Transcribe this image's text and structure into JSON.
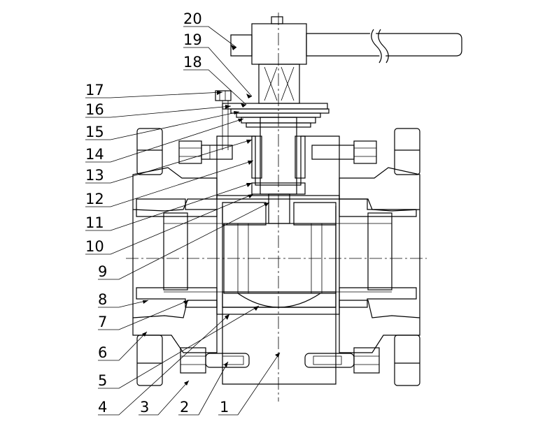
{
  "diagram": {
    "type": "ball valve cross-section",
    "labels": {
      "p1": "1",
      "p2": "2",
      "p3": "3",
      "p4": "4",
      "p5": "5",
      "p6": "6",
      "p7": "7",
      "p8": "8",
      "p9": "9",
      "p10": "10",
      "p11": "11",
      "p12": "12",
      "p13": "13",
      "p14": "14",
      "p15": "15",
      "p16": "16",
      "p17": "17",
      "p18": "18",
      "p19": "19",
      "p20": "20"
    }
  }
}
